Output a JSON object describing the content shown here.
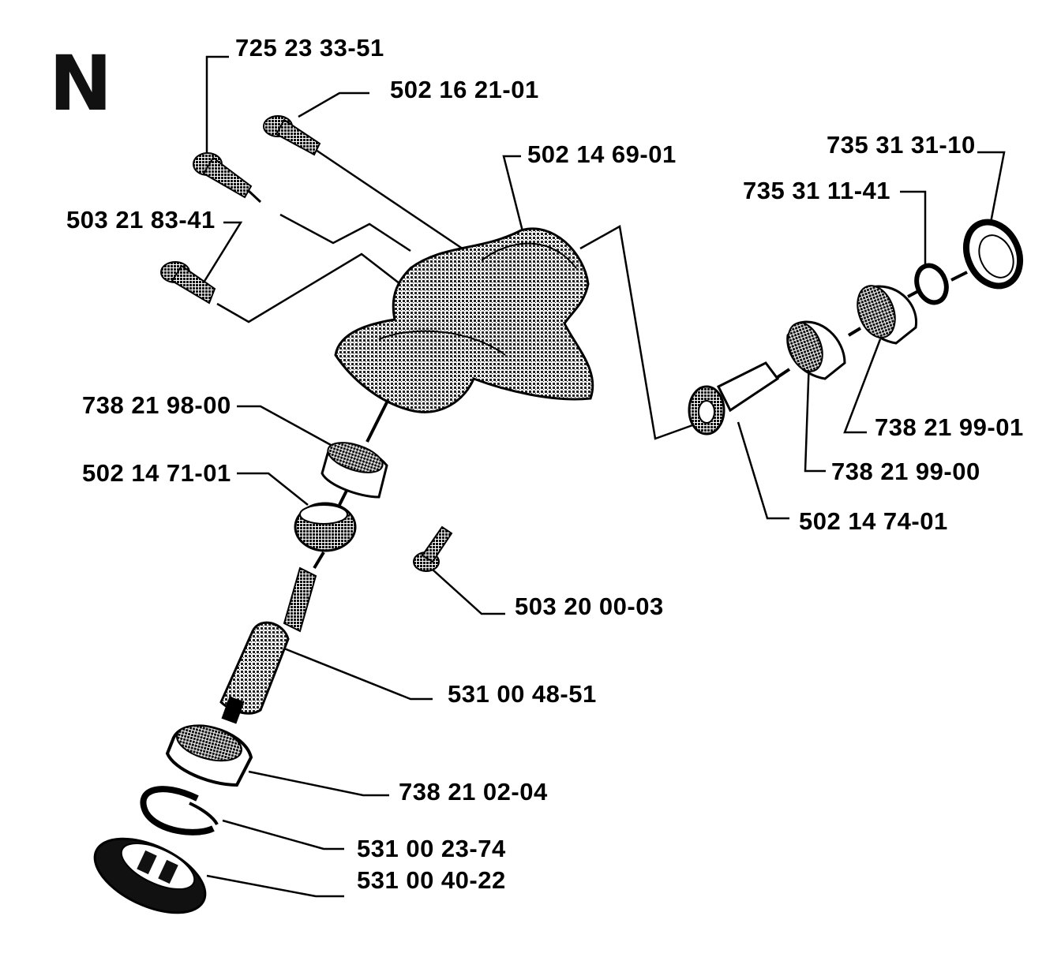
{
  "diagram": {
    "section_letter": "N",
    "parts": [
      {
        "id": "p1",
        "number": "725 23 33-51"
      },
      {
        "id": "p2",
        "number": "502 16 21-01"
      },
      {
        "id": "p3",
        "number": "502 14 69-01"
      },
      {
        "id": "p4",
        "number": "735 31 31-10"
      },
      {
        "id": "p5",
        "number": "735 31 11-41"
      },
      {
        "id": "p6",
        "number": "503 21 83-41"
      },
      {
        "id": "p7",
        "number": "738 21 98-00"
      },
      {
        "id": "p8",
        "number": "502 14 71-01"
      },
      {
        "id": "p9",
        "number": "738 21 99-01"
      },
      {
        "id": "p10",
        "number": "738 21 99-00"
      },
      {
        "id": "p11",
        "number": "502 14 74-01"
      },
      {
        "id": "p12",
        "number": "503 20 00-03"
      },
      {
        "id": "p13",
        "number": "531 00 48-51"
      },
      {
        "id": "p14",
        "number": "738 21 02-04"
      },
      {
        "id": "p15",
        "number": "531 00 23-74"
      },
      {
        "id": "p16",
        "number": "531 00 40-22"
      }
    ]
  },
  "colors": {
    "ink": "#000000",
    "paper": "#ffffff",
    "shade": "#3a3a3a"
  }
}
